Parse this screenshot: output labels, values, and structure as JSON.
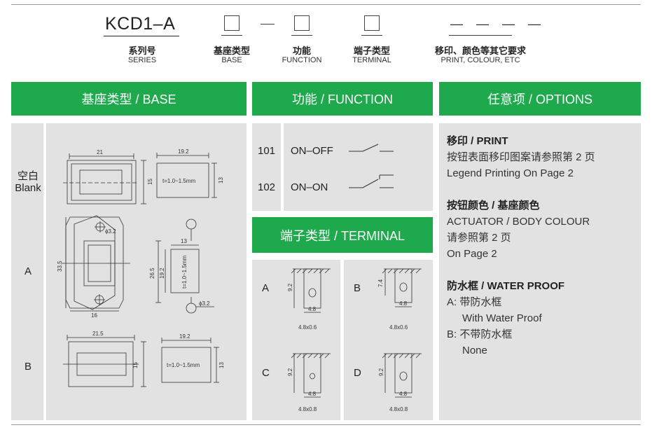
{
  "order_code": {
    "model": "KCD1–A",
    "separator": "—",
    "options_placeholder": "— — — —",
    "columns": [
      {
        "zh": "系列号",
        "en": "SERIES"
      },
      {
        "zh": "基座类型",
        "en": "BASE"
      },
      {
        "zh": "功能",
        "en": "FUNCTION"
      },
      {
        "zh": "端子类型",
        "en": "TERMINAL"
      },
      {
        "zh": "移印、颜色等其它要求",
        "en": "PRINT, COLOUR, ETC"
      }
    ]
  },
  "headers": {
    "base": "基座类型 / BASE",
    "function": "功能 / FUNCTION",
    "terminal": "端子类型 / TERMINAL",
    "options": "任意项 / OPTIONS"
  },
  "base": {
    "rows": [
      {
        "label_zh": "空白",
        "label_en": "Blank"
      },
      {
        "label": "A"
      },
      {
        "label": "B"
      }
    ],
    "dims": {
      "blank_w": "21",
      "blank_h": "15",
      "blank_side_w": "19.2",
      "blank_side_h": "13",
      "blank_thick": "t=1.0~1.5mm",
      "a_hole": "ϕ3.2",
      "a_h1": "33.5",
      "a_w": "16",
      "a_side_w": "13",
      "a_side_h1": "26.5",
      "a_side_h2": "19.2",
      "a_thick": "t=1.0~1.5mm",
      "a_hole2": "ϕ3.2",
      "b_w": "21.5",
      "b_h": "15",
      "b_side_w": "19.2",
      "b_side_h": "13",
      "b_thick": "t=1.0~1.5mm"
    }
  },
  "function": {
    "items": [
      {
        "code": "101",
        "name": "ON–OFF"
      },
      {
        "code": "102",
        "name": "ON–ON"
      }
    ]
  },
  "terminal": {
    "items": [
      {
        "label": "A",
        "h": "9.2",
        "w": "4.8",
        "size": "4.8x0.6"
      },
      {
        "label": "B",
        "h": "7.4",
        "w": "4.8",
        "size": "4.8x0.6"
      },
      {
        "label": "C",
        "h": "9.2",
        "w": "4.8",
        "size": "4.8x0.8"
      },
      {
        "label": "D",
        "h": "9.2",
        "w": "4.8",
        "size": "4.8x0.8"
      }
    ]
  },
  "options": {
    "print_title": "移印 / PRINT",
    "print_line1": "按钮表面移印图案请参照第 2 页",
    "print_line2": "Legend Printing On Page 2",
    "colour_title_zh": "按钮颜色 / 基座颜色",
    "colour_title_en": "ACTUATOR / BODY COLOUR",
    "colour_line1": "请参照第 2 页",
    "colour_line2": "On Page 2",
    "wp_title": "防水框 / WATER PROOF",
    "wp_a": "A: 带防水框",
    "wp_a_en": "With Water Proof",
    "wp_b": "B: 不带防水框",
    "wp_b_en": "None"
  },
  "colors": {
    "accent": "#1eaa4c",
    "panel": "#e2e2e2"
  }
}
